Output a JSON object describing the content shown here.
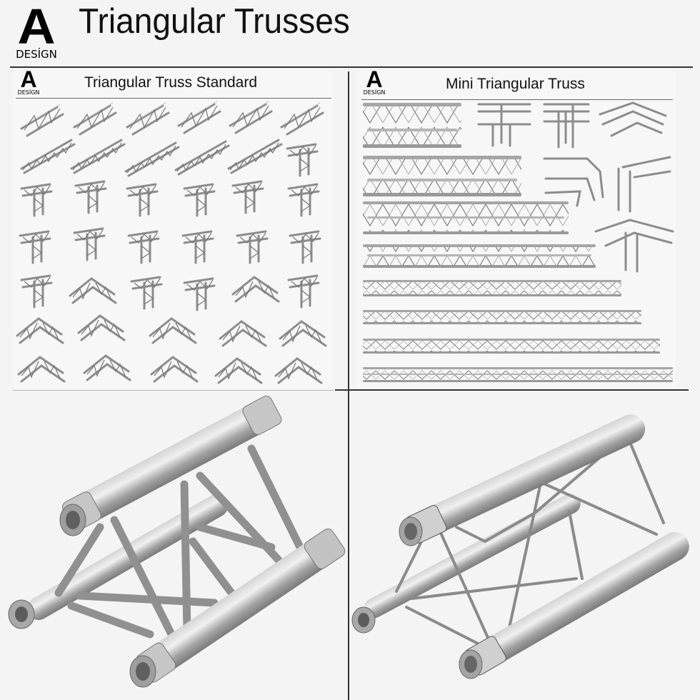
{
  "header": {
    "logo": {
      "mark": "A",
      "wordmark": "DESİGN"
    },
    "title": "Triangular Trusses"
  },
  "panels": [
    {
      "id": "standard",
      "logo": {
        "mark": "A",
        "wordmark": "DESİGN"
      },
      "title": "Triangular Truss Standard",
      "rows": [
        {
          "kind": "straight-segments",
          "count": 6
        },
        {
          "kind": "long-straight-segments-plus-corner",
          "count": 6
        },
        {
          "kind": "junctions",
          "count": 6
        },
        {
          "kind": "junctions",
          "count": 6
        },
        {
          "kind": "corner-junctions",
          "count": 6
        },
        {
          "kind": "angled-corners",
          "count": 5
        },
        {
          "kind": "angled-corners",
          "count": 5
        }
      ]
    },
    {
      "id": "mini",
      "logo": {
        "mark": "A",
        "wordmark": "DESİGN"
      },
      "title": "Mini Triangular Truss",
      "straight_lengths": [
        1,
        2,
        3,
        4,
        5,
        6,
        7,
        8
      ],
      "junction_pieces": 6
    }
  ],
  "renders": [
    {
      "id": "standard-render",
      "label": "Standard triangular truss segment close-up"
    },
    {
      "id": "mini-render",
      "label": "Mini triangular truss segment close-up"
    }
  ],
  "colors": {
    "background": "#f4f4f4",
    "text": "#111111",
    "rule": "#333333",
    "metal_dark": "#7d7d7d",
    "metal_light": "#d9d9d9"
  }
}
